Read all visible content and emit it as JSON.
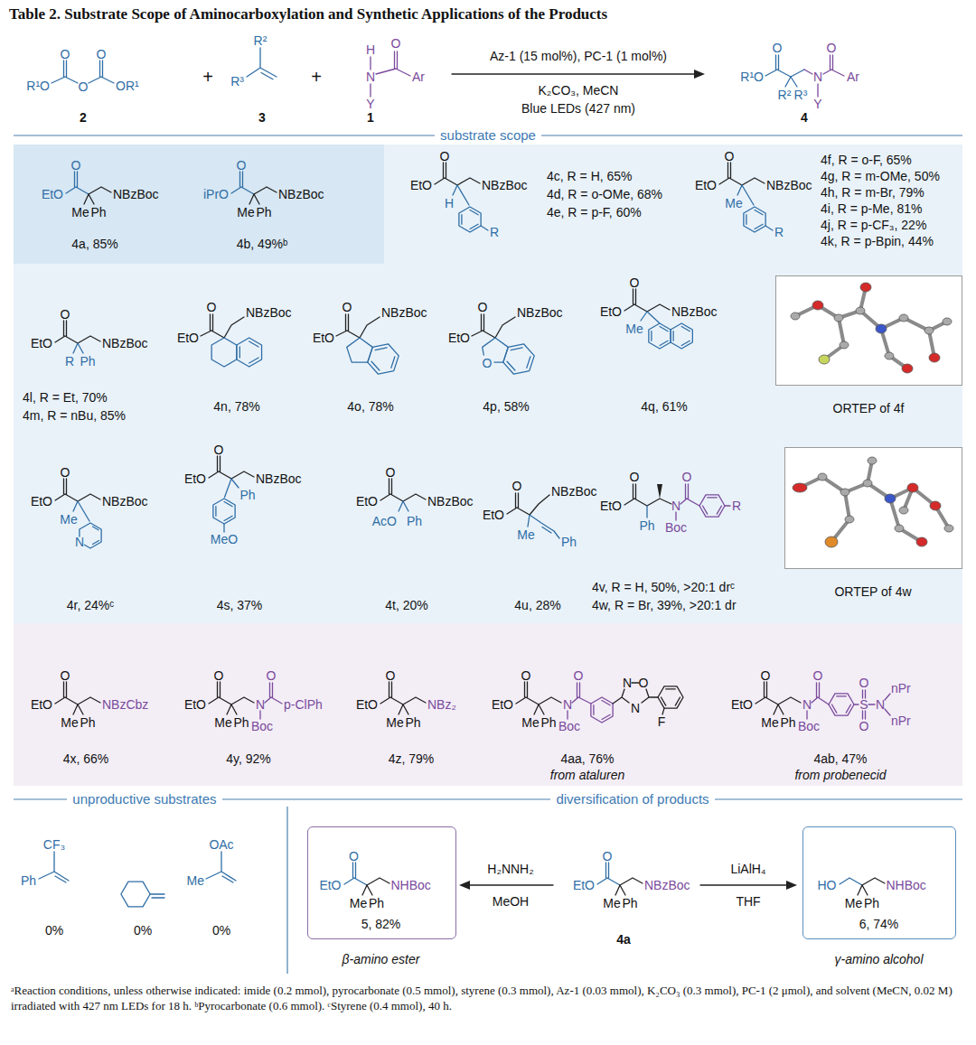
{
  "diagram": {
    "title": "Table 2. Substrate Scope of Aminocarboxylation and Synthetic Applications of the Products",
    "caption": "ᵃReaction conditions, unless otherwise indicated: imide (0.2 mmol), pyrocarbonate (0.5 mmol), styrene (0.3 mmol), Az-1 (0.03 mmol), K₂CO₃ (0.3 mmol), PC-1 (2 μmol), and solvent (MeCN, 0.02 M) irradiated with 427 nm LEDs for 18 h. ᵇPyrocarbonate (0.6 mmol). ᶜStyrene (0.4 mmol), 40 h.",
    "nodes": [
      {
        "text": [
          "ORTEP of 4f"
        ]
      },
      {
        "text": [
          "ORTEP of 4w"
        ]
      },
      {
        "text": [
          "EtO",
          "O",
          "NHBoc",
          "Me",
          "Ph",
          "5, 82%",
          "β-amino ester"
        ]
      },
      {
        "text": [
          "HO",
          "NHBoc",
          "Me",
          "Ph",
          "6, 74%",
          "γ-amino alcohol"
        ]
      }
    ],
    "labels": [
      "R¹O",
      "O",
      "O",
      "O",
      "OR¹",
      "2",
      "+",
      "R²",
      "R³",
      "3",
      "+",
      "H",
      "N",
      "Y",
      "O",
      "Ar",
      "1",
      "Az-1 (15 mol%), PC-1 (1 mol%)",
      "K₂CO₃, MeCN",
      "Blue LEDs (427 nm)",
      "R¹O",
      "O",
      "R²",
      "R³",
      "N",
      "Y",
      "O",
      "Ar",
      "4",
      "substrate scope",
      "EtO",
      "O",
      "NBzBoc",
      "Me",
      "Ph",
      "4a, 85%",
      "iPrO",
      "O",
      "NBzBoc",
      "Me",
      "Ph",
      "4b, 49%ᵇ",
      "EtO",
      "O",
      "NBzBoc",
      "H",
      "R",
      "4c, R = H, 65%",
      "4d, R = o-OMe, 68%",
      "4e, R = p-F, 60%",
      "EtO",
      "O",
      "NBzBoc",
      "Me",
      "R",
      "4f, R = o-F, 65%",
      "4g, R = m-OMe, 50%",
      "4h, R = m-Br, 79%",
      "4i, R = p-Me, 81%",
      "4j, R = p-CF₃, 22%",
      "4k, R = p-Bpin, 44%",
      "EtO",
      "O",
      "NBzBoc",
      "R",
      "Ph",
      "4l, R = Et, 70%",
      "4m, R = nBu, 85%",
      "NBzBoc",
      "O",
      "EtO",
      "4n, 78%",
      "NBzBoc",
      "O",
      "EtO",
      "4o, 78%",
      "NBzBoc",
      "O",
      "EtO",
      "O",
      "4p, 58%",
      "EtO",
      "O",
      "NBzBoc",
      "Me",
      "4q, 61%",
      "EtO",
      "O",
      "NBzBoc",
      "Me",
      "N",
      "4r, 24%ᶜ",
      "EtO",
      "O",
      "NBzBoc",
      "Ph",
      "MeO",
      "4s, 37%",
      "EtO",
      "O",
      "NBzBoc",
      "AcO",
      "Ph",
      "4t, 20%",
      "EtO",
      "O",
      "NBzBoc",
      "Me",
      "Ph",
      "4u, 28%",
      "EtO",
      "O",
      "Ph",
      "N",
      "Boc",
      "O",
      "R",
      "4v, R = H, 50%, >20:1 drᶜ",
      "4w, R = Br, 39%, >20:1 dr",
      "EtO",
      "O",
      "NBzCbz",
      "Me",
      "Ph",
      "4x, 66%",
      "EtO",
      "O",
      "N",
      "O",
      "p-ClPh",
      "Boc",
      "Me",
      "Ph",
      "4y, 92%",
      "EtO",
      "O",
      "NBz₂",
      "Me",
      "Ph",
      "4z, 79%",
      "EtO",
      "O",
      "N",
      "Boc",
      "O",
      "Me",
      "Ph",
      "N",
      "O",
      "N",
      "F",
      "4aa, 76%",
      "from ataluren",
      "EtO",
      "O",
      "N",
      "Boc",
      "O",
      "Me",
      "Ph",
      "O",
      "nPr",
      "S",
      "N",
      "O",
      "nPr",
      "4ab, 47%",
      "from probenecid",
      "unproductive substrates",
      "diversification of products",
      "CF₃",
      "Ph",
      "0%",
      "0%",
      "OAc",
      "Me",
      "0%",
      "H₂NNH₂",
      "MeOH",
      "EtO",
      "O",
      "NBzBoc",
      "Me",
      "Ph",
      "4a",
      "LiAlH₄",
      "THF"
    ]
  }
}
